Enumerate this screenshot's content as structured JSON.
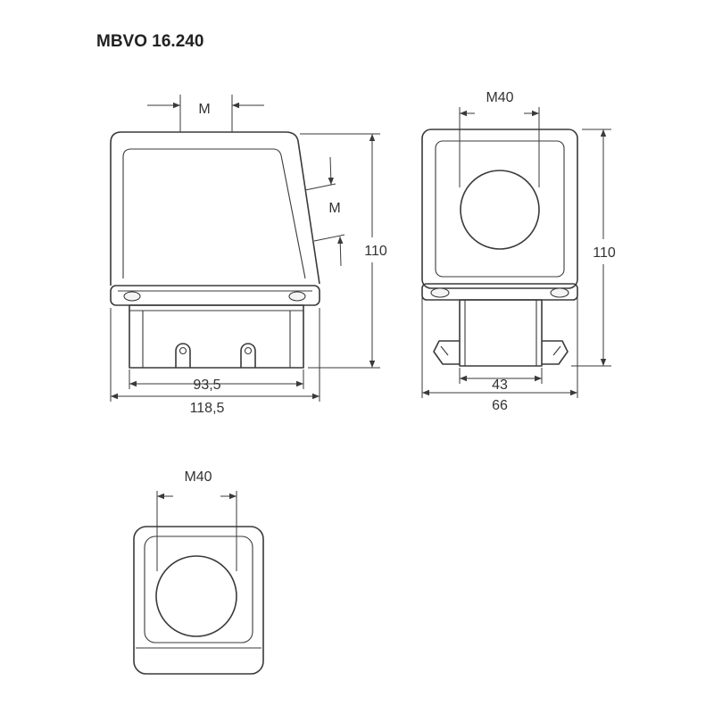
{
  "title": "MBVO 16.240",
  "front_view": {
    "dim_top_m": "M",
    "dim_side_m": "M",
    "dim_height": "110",
    "dim_inner_width": "93,5",
    "dim_outer_width": "118,5"
  },
  "side_view": {
    "dim_cable_entry": "M40",
    "dim_height": "110",
    "dim_inner_width": "43",
    "dim_outer_width": "66"
  },
  "top_view": {
    "dim_cable_entry": "M40"
  },
  "colors": {
    "line": "#3a3a3a",
    "background": "#ffffff"
  }
}
